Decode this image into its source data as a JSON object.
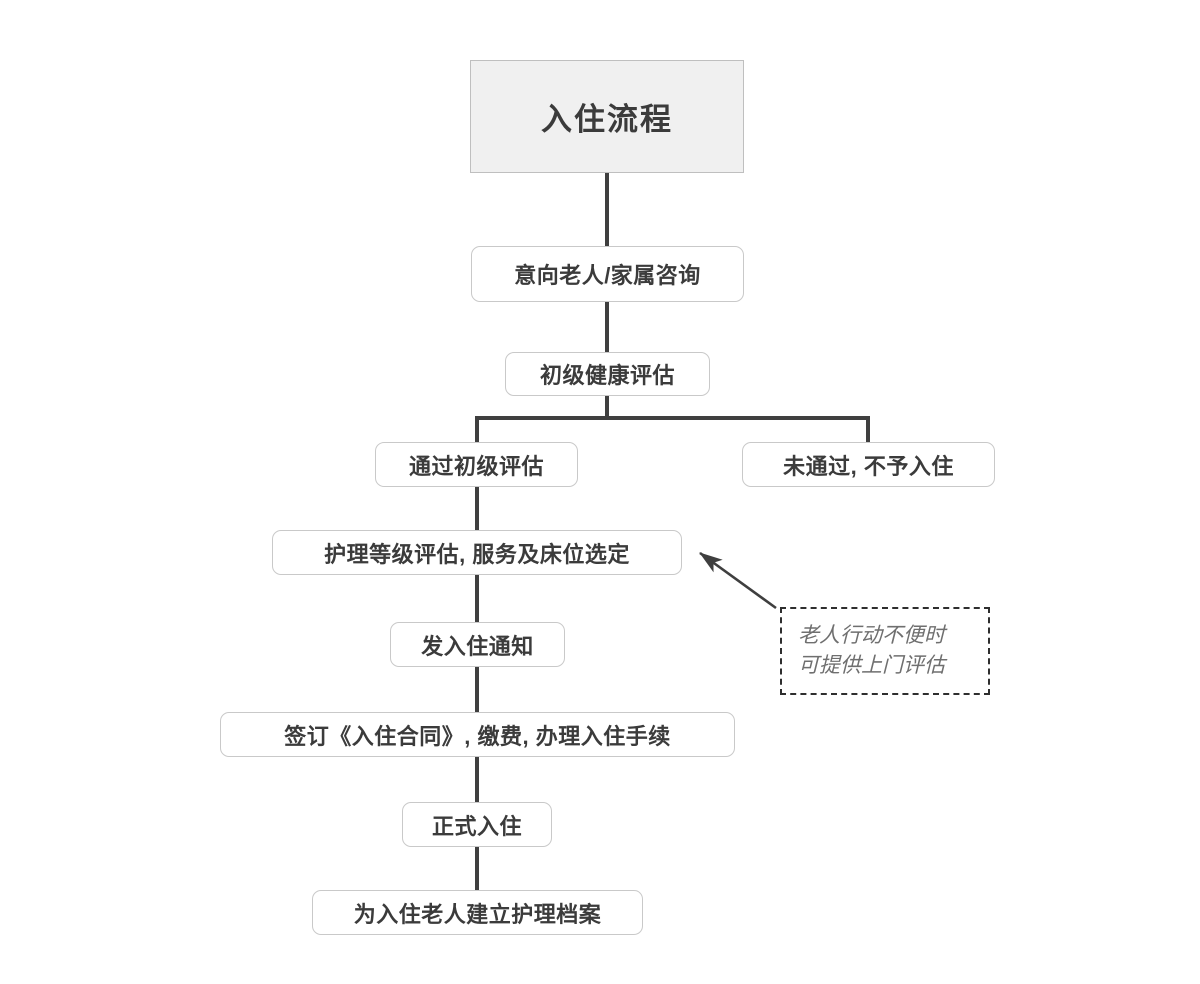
{
  "diagram": {
    "title": "入住流程",
    "accent_colors": {
      "line": "#3f3f3f",
      "node_border": "#c9c9c9",
      "node_text": "#3b3b3b",
      "title_fill": "#f0f0f0",
      "title_border": "#bfbfbf",
      "note_border": "#2e2e2e",
      "note_text": "#6f6f6f",
      "background": "#ffffff"
    },
    "nodes": [
      {
        "id": "title",
        "label": "入住流程"
      },
      {
        "id": "inquiry",
        "label": "意向老人/家属咨询"
      },
      {
        "id": "screening",
        "label": "初级健康评估"
      },
      {
        "id": "passed",
        "label": "通过初级评估"
      },
      {
        "id": "rejected",
        "label": "未通过, 不予入住"
      },
      {
        "id": "care_level",
        "label": "护理等级评估, 服务及床位选定"
      },
      {
        "id": "notice",
        "label": "发入住通知"
      },
      {
        "id": "contract",
        "label": "签订《入住合同》, 缴费, 办理入住手续"
      },
      {
        "id": "admitted",
        "label": "正式入住"
      },
      {
        "id": "record",
        "label": "为入住老人建立护理档案"
      }
    ],
    "note": {
      "id": "home_assessment_note",
      "line1": "老人行动不便时",
      "line2": "可提供上门评估"
    }
  }
}
